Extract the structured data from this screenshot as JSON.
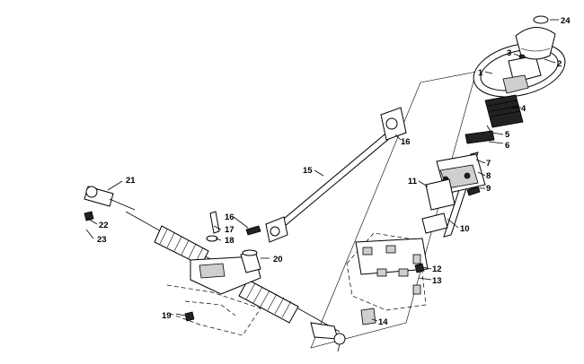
{
  "diagram": {
    "callouts": [
      {
        "id": "c1",
        "text": "1"
      },
      {
        "id": "c2",
        "text": "2"
      },
      {
        "id": "c3",
        "text": "3"
      },
      {
        "id": "c4",
        "text": "4"
      },
      {
        "id": "c5",
        "text": "5"
      },
      {
        "id": "c6",
        "text": "6"
      },
      {
        "id": "c7",
        "text": "7"
      },
      {
        "id": "c8",
        "text": "8"
      },
      {
        "id": "c9",
        "text": "9"
      },
      {
        "id": "c10",
        "text": "10"
      },
      {
        "id": "c11",
        "text": "11"
      },
      {
        "id": "c12",
        "text": "12"
      },
      {
        "id": "c13",
        "text": "13"
      },
      {
        "id": "c14",
        "text": "14"
      },
      {
        "id": "c15",
        "text": "15"
      },
      {
        "id": "c16a",
        "text": "16"
      },
      {
        "id": "c16b",
        "text": "16"
      },
      {
        "id": "c17",
        "text": "17"
      },
      {
        "id": "c18",
        "text": "18"
      },
      {
        "id": "c19",
        "text": "19"
      },
      {
        "id": "c20",
        "text": "20"
      },
      {
        "id": "c21",
        "text": "21"
      },
      {
        "id": "c22",
        "text": "22"
      },
      {
        "id": "c23",
        "text": "23"
      },
      {
        "id": "c24",
        "text": "24"
      }
    ]
  }
}
